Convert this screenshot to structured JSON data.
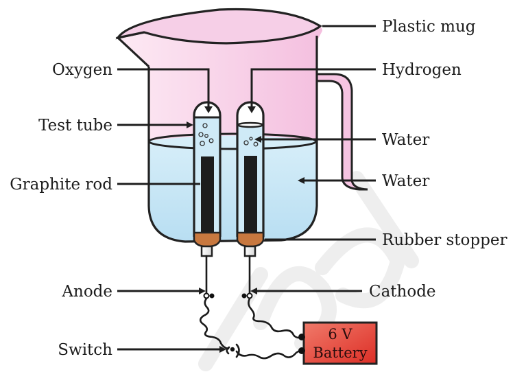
{
  "diagram": {
    "title": "Electrolysis of water apparatus",
    "labels": {
      "plastic_mug": "Plastic mug",
      "oxygen": "Oxygen",
      "hydrogen": "Hydrogen",
      "test_tube": "Test tube",
      "water_in_tube": "Water",
      "water_in_mug": "Water",
      "graphite_rod": "Graphite rod",
      "rubber_stopper": "Rubber stopper",
      "anode": "Anode",
      "cathode": "Cathode",
      "switch": "Switch"
    },
    "battery": {
      "voltage": "6 V",
      "label": "Battery"
    },
    "colors": {
      "mug_pink": "#f6c9e4",
      "water_blue": "#c5e6f5",
      "stopper_orange": "#c8783f",
      "graphite_black": "#1d1d1d",
      "battery_red": "#e2433b",
      "outline": "#222222"
    }
  }
}
